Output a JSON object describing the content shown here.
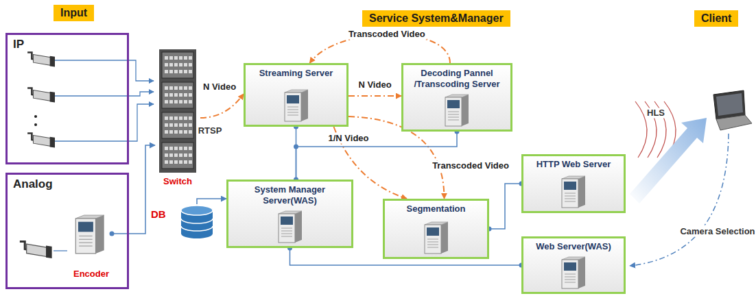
{
  "diagram": {
    "nodes": [
      {
        "text": [
          "Input"
        ]
      },
      {
        "text": [
          "IP"
        ]
      },
      {
        "text": [
          "Analog"
        ]
      },
      {
        "text": [
          "Encoder"
        ],
        "in": 2
      },
      {
        "text": [
          "Switch"
        ]
      },
      {
        "text": [
          "Service System&Manager"
        ]
      },
      {
        "text": [
          "Streaming Server"
        ]
      },
      {
        "text": [
          "Decoding Pannel /Transcoding Server"
        ]
      },
      {
        "text": [
          "System Manager Server(WAS)"
        ]
      },
      {
        "text": [
          "DB"
        ]
      },
      {
        "text": [
          "Segmentation"
        ]
      },
      {
        "text": [
          "HTTP Web Server"
        ]
      },
      {
        "text": [
          "Web Server(WAS)"
        ]
      },
      {
        "text": [
          "Client"
        ]
      }
    ],
    "edges": [
      {
        "from": 3,
        "to": 4,
        "arrow": "to"
      },
      {
        "from": 4,
        "to": 6,
        "label": "N Video",
        "arrow": "to"
      },
      {
        "from": 6,
        "to": 7,
        "label": "N Video",
        "arrow": "to"
      },
      {
        "from": 7,
        "to": 6,
        "label": "Transcoded Video",
        "arrow": "to"
      },
      {
        "from": 6,
        "to": 10,
        "label": "1/N Video",
        "arrow": "to"
      },
      {
        "from": 6,
        "to": 10,
        "label": "Transcoded Video",
        "arrow": "to"
      },
      {
        "from": 6,
        "to": 8,
        "arrow": "none"
      },
      {
        "from": 7,
        "to": 8,
        "arrow": "none"
      },
      {
        "from": 9,
        "to": 8,
        "arrow": "to"
      },
      {
        "from": 8,
        "to": 12,
        "arrow": "none"
      },
      {
        "from": 10,
        "to": 11,
        "arrow": "none"
      }
    ],
    "labels": [
      "RTSP",
      "HLS",
      "Camera Selection"
    ]
  }
}
